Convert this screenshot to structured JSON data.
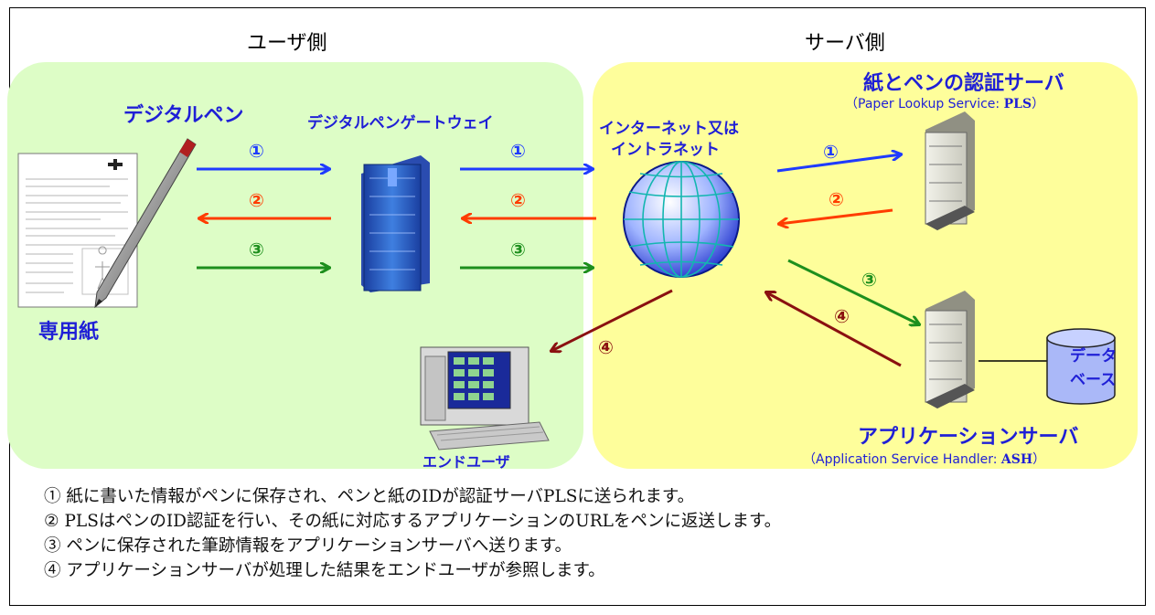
{
  "headers": {
    "user_side": "ユーザ側",
    "server_side": "サーバ側"
  },
  "labels": {
    "digital_pen": "デジタルペン",
    "special_paper": "専用紙",
    "gateway": "デジタルペンゲートウェイ",
    "internet_line1": "インターネット又は",
    "internet_line2": "イントラネット",
    "end_user": "エンドユーザ",
    "pls_title": "紙とペンの認証サーバ",
    "pls_sub_prefix": "（Paper Lookup Service: ",
    "pls_sub_abbr": "PLS",
    "pls_sub_suffix": "）",
    "database_line1": "データ",
    "database_line2": "ベース",
    "ash_title": "アプリケーションサーバ",
    "ash_sub_prefix": "（Application Service Handler: ",
    "ash_sub_abbr": "ASH",
    "ash_sub_suffix": "）"
  },
  "step_marks": {
    "one": "①",
    "two": "②",
    "three": "③",
    "four": "④"
  },
  "colors": {
    "step1": "#1f3bff",
    "step2": "#ff3c00",
    "step3": "#1d8f1d",
    "step4": "#8a1010",
    "label_blue": "#1f1fd6",
    "user_zone": "#ddfdc6",
    "server_zone": "#fefe9b"
  },
  "icons": [
    "pen-and-paper-icon",
    "gateway-server-icon",
    "globe-icon",
    "server-icon",
    "database-icon",
    "desktop-computer-icon"
  ],
  "notes": [
    "① 紙に書いた情報がペンに保存され、ペンと紙のIDが認証サーバPLSに送られます。",
    "② PLSはペンのID認証を行い、その紙に対応するアプリケーションのURLをペンに返送します。",
    "③ ペンに保存された筆跡情報をアプリケーションサーバへ送ります。",
    "④ アプリケーションサーバが処理した結果をエンドユーザが参照します。"
  ]
}
